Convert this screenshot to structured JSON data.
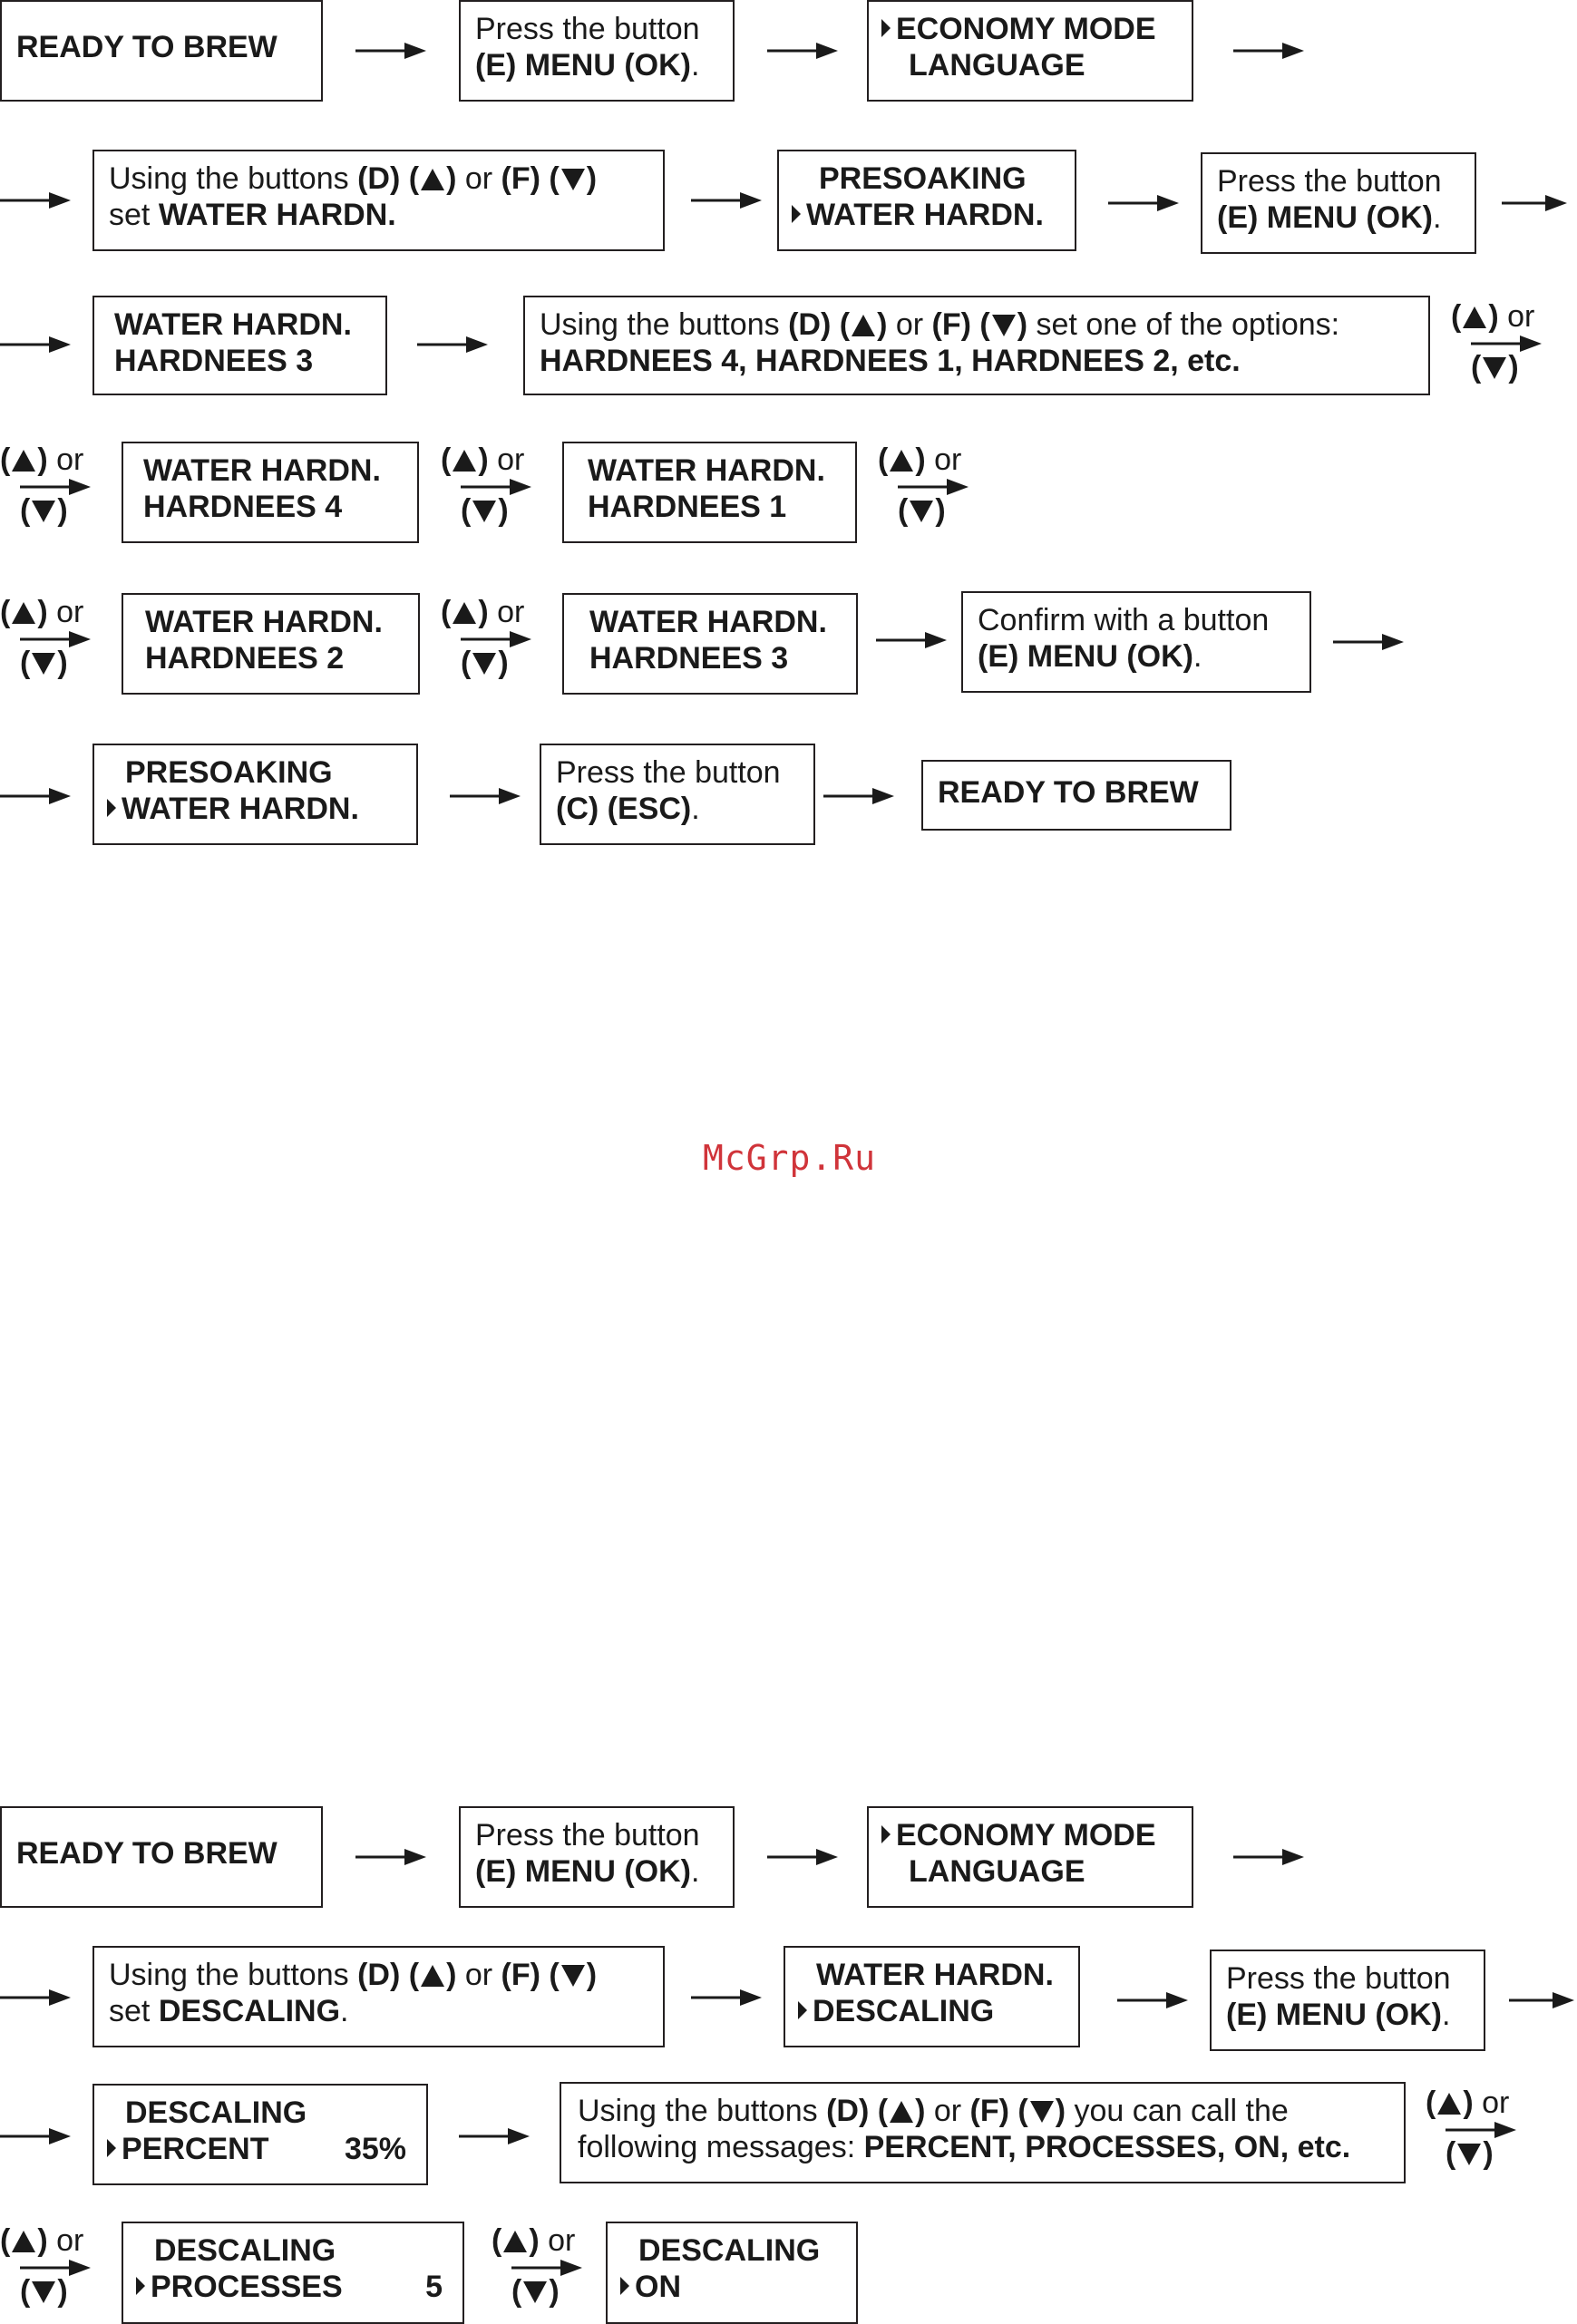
{
  "watermark": "McGrp.Ru",
  "labels": {
    "ready": "READY TO BREW",
    "press": "Press the button",
    "confirm": "Confirm with a button",
    "menu_ok": "(E) MENU (OK)",
    "esc": "(C) (ESC)",
    "economy": "ECONOMY MODE",
    "language": "LANGUAGE",
    "presoaking": "PRESOAKING",
    "water_hardn": "WATER HARDN.",
    "descaling": "DESCALING",
    "percent": "PERCENT",
    "percent_val": "35%",
    "processes": "PROCESSES",
    "processes_val": "5",
    "on": "ON",
    "h3": "HARDNEES  3",
    "h4": "HARDNEES  4",
    "h1": "HARDNEES  1",
    "h2": "HARDNEES  2",
    "using": "Using the buttons",
    "btn_d": "(D)",
    "btn_f": "(F)",
    "or": "or",
    "set": "set",
    "set_water": "WATER HARDN.",
    "set_desc": "DESCALING",
    "set_one": "set one of the options:",
    "options1": "HARDNEES  4, HARDNEES  1, HARDNEES  2, etc.",
    "you_can": "you can call the",
    "following": "following messages:",
    "options2": "PERCENT, PROCESSES, ON, etc.",
    "dot": "."
  }
}
